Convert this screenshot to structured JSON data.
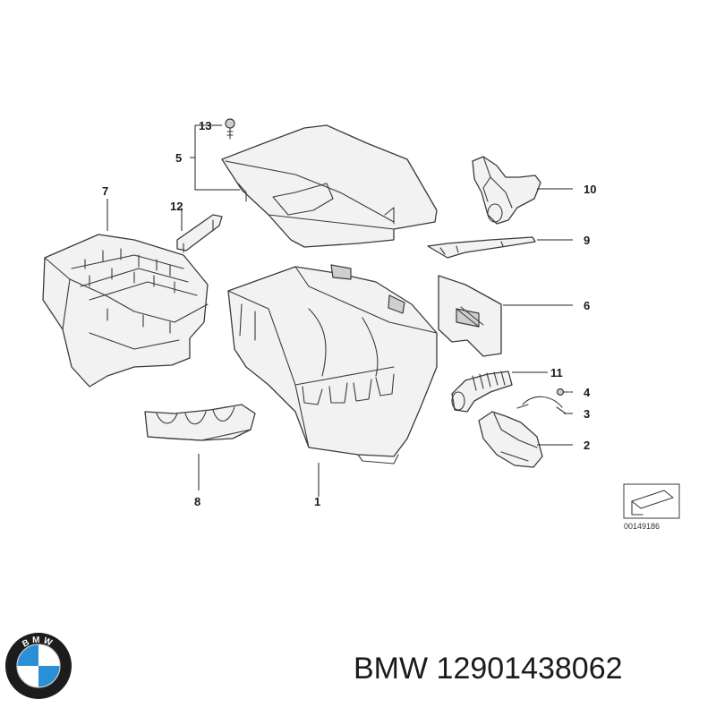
{
  "diagram": {
    "callouts": [
      {
        "id": "1",
        "label": "1"
      },
      {
        "id": "2",
        "label": "2"
      },
      {
        "id": "3",
        "label": "3"
      },
      {
        "id": "4",
        "label": "4"
      },
      {
        "id": "5",
        "label": "5"
      },
      {
        "id": "6",
        "label": "6"
      },
      {
        "id": "7",
        "label": "7"
      },
      {
        "id": "8",
        "label": "8"
      },
      {
        "id": "9",
        "label": "9"
      },
      {
        "id": "10",
        "label": "10"
      },
      {
        "id": "11",
        "label": "11"
      },
      {
        "id": "12",
        "label": "12"
      },
      {
        "id": "13",
        "label": "13"
      }
    ],
    "reference_code": "00149186"
  },
  "brand": {
    "logo_text": "BMW",
    "caption": "BMW 12901438062"
  },
  "colors": {
    "line": "#3a3a3a",
    "fill": "#f2f2f2",
    "logo_blue": "#2b8fd6",
    "logo_ring": "#1c1c1c"
  }
}
